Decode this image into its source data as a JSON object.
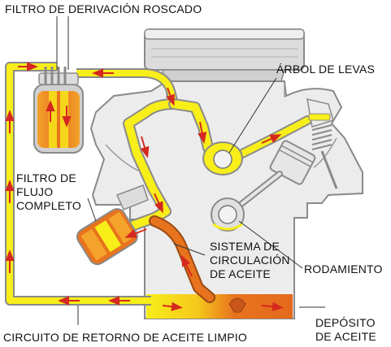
{
  "labels": {
    "bypass_filter": "FILTRO DE DERIVACIÓN ROSCADO",
    "camshaft": "ÁRBOL DE LEVAS",
    "full_flow_filter": [
      "FILTRO DE",
      "FLUJO",
      "COMPLETO"
    ],
    "circulation_system": [
      "SISTEMA DE",
      "CIRCULACIÓN",
      "DE ACEITE"
    ],
    "bearing": "RODAMIENTO",
    "return_circuit": "CIRCUITO DE RETORNO DE ACEITE LIMPIO",
    "oil_sump": [
      "DEPÓSITO",
      "DE ACEITE"
    ]
  },
  "colors": {
    "engine_fill": "#ececec",
    "engine_outline": "#8a8a8a",
    "oil_yellow": "#f7ee1a",
    "oil_orange": "#e8731e",
    "arrow_red": "#d6281f",
    "leader_line": "#333333"
  }
}
